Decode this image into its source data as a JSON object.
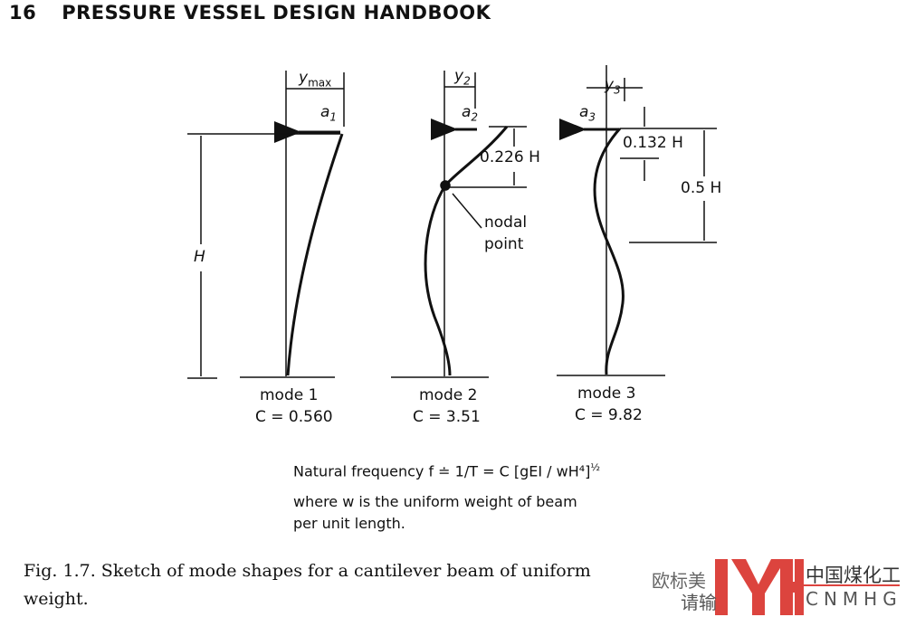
{
  "header": {
    "page_number": "16",
    "title": "PRESSURE VESSEL DESIGN HANDBOOK"
  },
  "figure": {
    "labels": {
      "ymax": "y",
      "ymax_sub": "max",
      "a1": "a",
      "a1_sub": "1",
      "H": "H",
      "y2": "y",
      "y2_sub": "2",
      "a2": "a",
      "a2_sub": "2",
      "dim_0226": "0.226 H",
      "nodal": "nodal",
      "point": "point",
      "y3": "y",
      "y3_sub": "3",
      "a3": "a",
      "a3_sub": "3",
      "dim_0132": "0.132 H",
      "dim_05": "0.5 H"
    },
    "modes": [
      {
        "name": "mode 1",
        "c": "C = 0.560"
      },
      {
        "name": "mode 2",
        "c": "C = 3.51"
      },
      {
        "name": "mode 3",
        "c": "C = 9.82"
      }
    ]
  },
  "formula": {
    "line1_prefix": "Natural frequency f ≐ 1/T = C [gEI / wH⁴]",
    "exponent": "½",
    "line2": "where w is the uniform weight of beam",
    "line3": "per unit length."
  },
  "caption": {
    "line1": "Fig. 1.7.  Sketch of mode shapes for a cantilever beam of  uniform",
    "line2": "weight."
  },
  "watermark": {
    "logo": "YH",
    "cn": "中国煤化工",
    "en": "CNMHG",
    "sub1": "欧标美",
    "sub2": "请输"
  },
  "colors": {
    "ink": "#111111",
    "watermark_red": "#d9302a"
  }
}
